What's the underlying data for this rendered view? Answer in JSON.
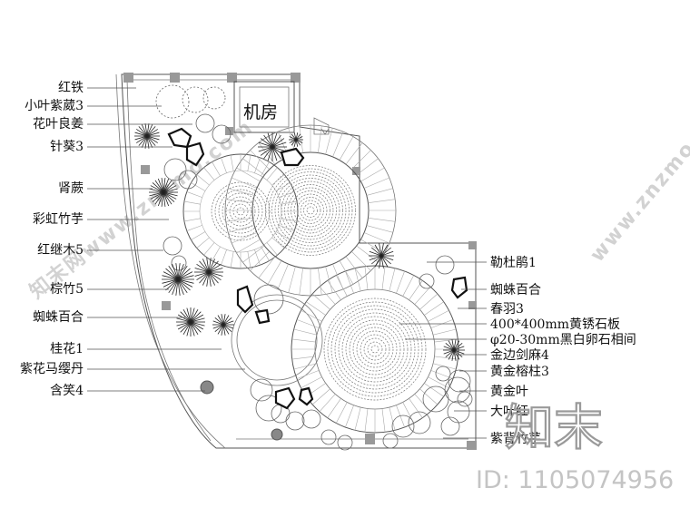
{
  "room_label": "机房",
  "left_labels": [
    "红铁",
    "小叶紫葳3",
    "花叶良姜",
    "针葵3",
    "肾蕨",
    "彩虹竹芋",
    "红继木5",
    "棕竹5",
    "蜘蛛百合",
    "桂花1",
    "紫花马缨丹",
    "含笑4"
  ],
  "right_labels": [
    "勒杜鹃1",
    "蜘蛛百合",
    "春羽3",
    "400*400mm黄锈石板",
    "φ20-30mm黑白卵石相间",
    "金边剑麻4",
    "黄金榕柱3",
    "黄金叶",
    "大叶红",
    "紫背竹芋"
  ],
  "watermark": {
    "brand": "知末",
    "id_text": "ID: 1105074956",
    "diagonal_left": "知末网www.znzmo.com",
    "diagonal_right": "www.znzmo.com"
  }
}
